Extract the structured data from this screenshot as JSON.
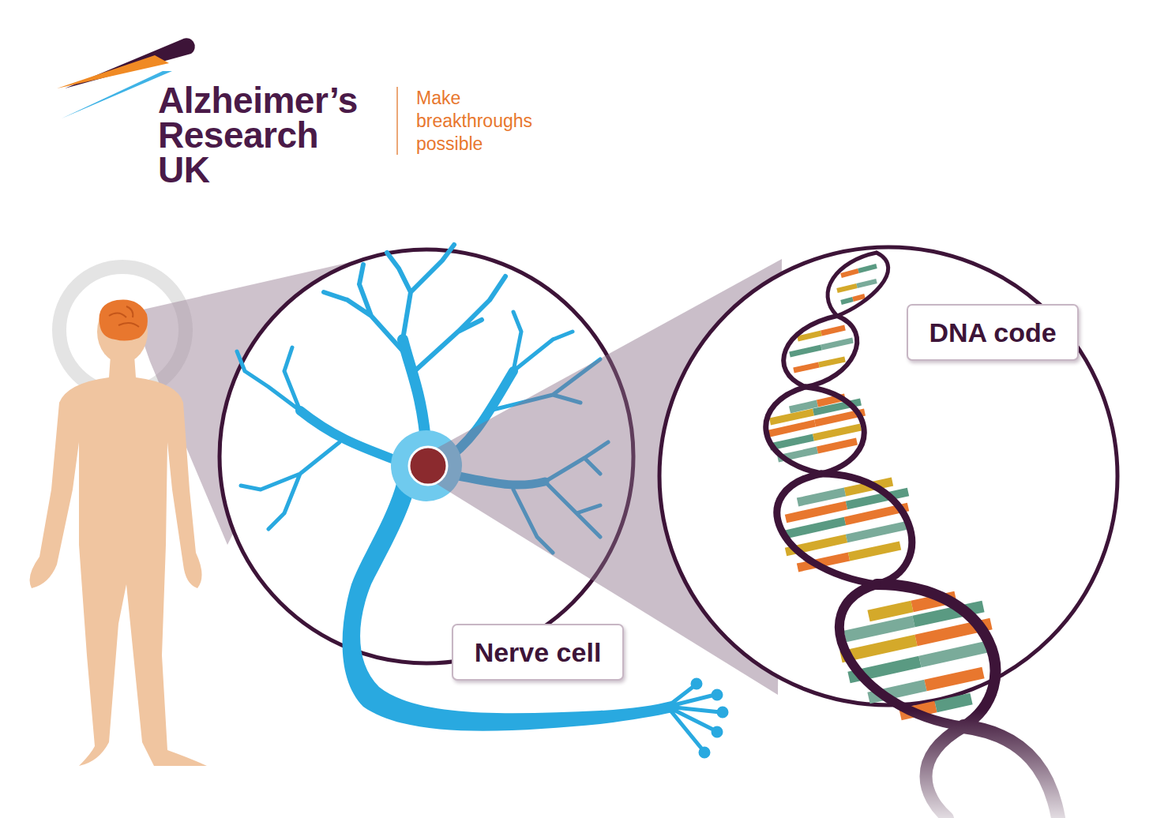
{
  "diagram": {
    "nodes": [
      {
        "text": [
          "Nerve cell"
        ]
      },
      {
        "text": [
          "DNA code"
        ]
      }
    ],
    "labels": [
      "Alzheimer’s Research UK",
      "Make breakthroughs possible"
    ]
  }
}
